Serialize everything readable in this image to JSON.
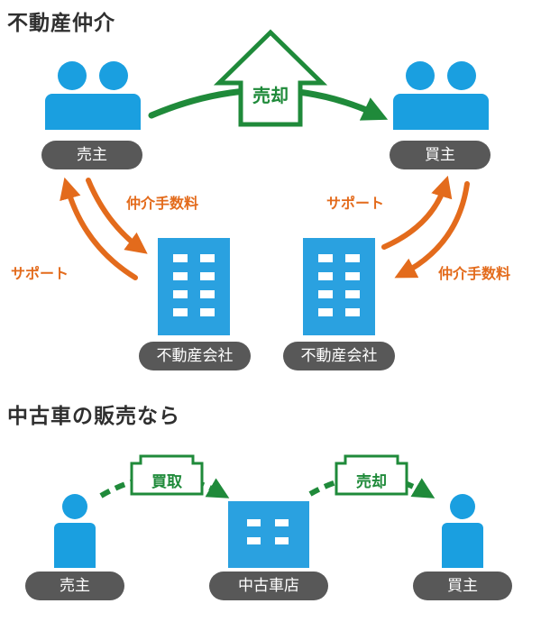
{
  "section1": {
    "title": "不動産仲介",
    "seller_label": "売主",
    "buyer_label": "買主",
    "house_label": "売却",
    "left_company_label": "不動産会社",
    "right_company_label": "不動産会社",
    "left_fee_label": "仲介手数料",
    "left_support_label": "サポート",
    "right_support_label": "サポート",
    "right_fee_label": "仲介手数料"
  },
  "section2": {
    "title": "中古車の販売なら",
    "seller_label": "売主",
    "shop_label": "中古車店",
    "buyer_label": "買主",
    "buy_label": "買取",
    "sell_label": "売却"
  },
  "colors": {
    "person_blue": "#1a9fe0",
    "building_blue": "#2aa1e0",
    "arrow_green": "#1f8a3a",
    "arrow_orange": "#e36b1c",
    "pill_gray": "#585858"
  }
}
